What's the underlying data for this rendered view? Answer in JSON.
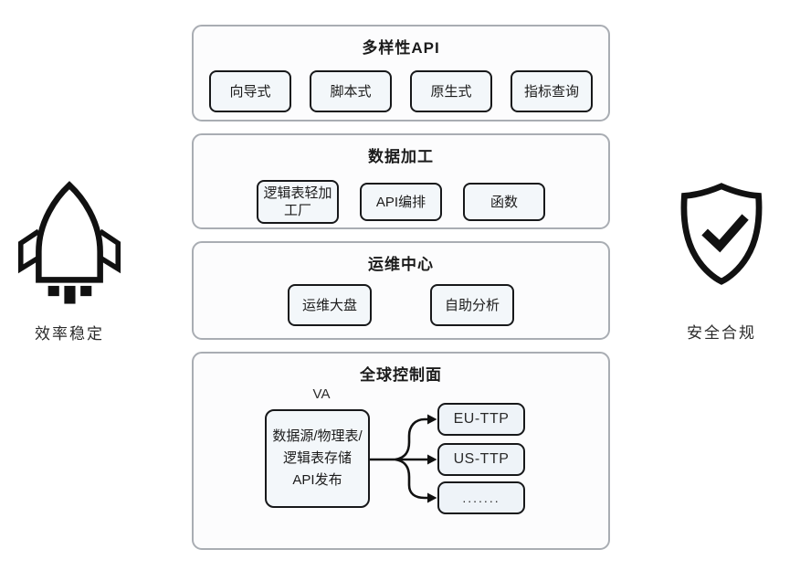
{
  "left_panel": {
    "label": "效率稳定",
    "icon": "rocket-icon"
  },
  "right_panel": {
    "label": "安全合规",
    "icon": "shield-check-icon"
  },
  "sections": [
    {
      "title": "多样性API",
      "items": [
        "向导式",
        "脚本式",
        "原生式",
        "指标查询"
      ]
    },
    {
      "title": "数据加工",
      "items": [
        "逻辑表轻加工厂",
        "API编排",
        "函数"
      ]
    },
    {
      "title": "运维中心",
      "items": [
        "运维大盘",
        "自助分析"
      ]
    },
    {
      "title": "全球控制面",
      "va_label": "VA",
      "source_lines": [
        "数据源/物理表/",
        "逻辑表存储",
        "API发布"
      ],
      "targets": [
        "EU-TTP",
        "US-TTP",
        "......."
      ]
    }
  ],
  "colors": {
    "section_border": "#a9adb3",
    "section_bg": "#fcfcfd",
    "chip_border": "#17181a",
    "chip_bg": "#f3f7fa",
    "text": "#1b1b1b",
    "arrow": "#111111"
  }
}
